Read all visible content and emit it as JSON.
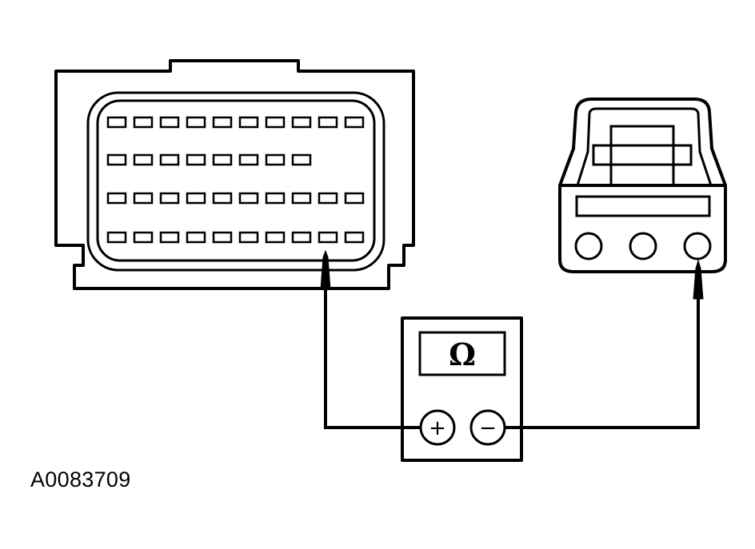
{
  "figure_id": "A0083709",
  "meter": {
    "display_symbol": "Ω",
    "positive_terminal": "+",
    "negative_terminal": "−"
  },
  "harness_connector": {
    "pin_rows": [
      10,
      8,
      10,
      10
    ],
    "probed_row": 4,
    "probed_pin": 9
  },
  "sensor_connector": {
    "pin_count": 3,
    "probed_pin": 3
  }
}
